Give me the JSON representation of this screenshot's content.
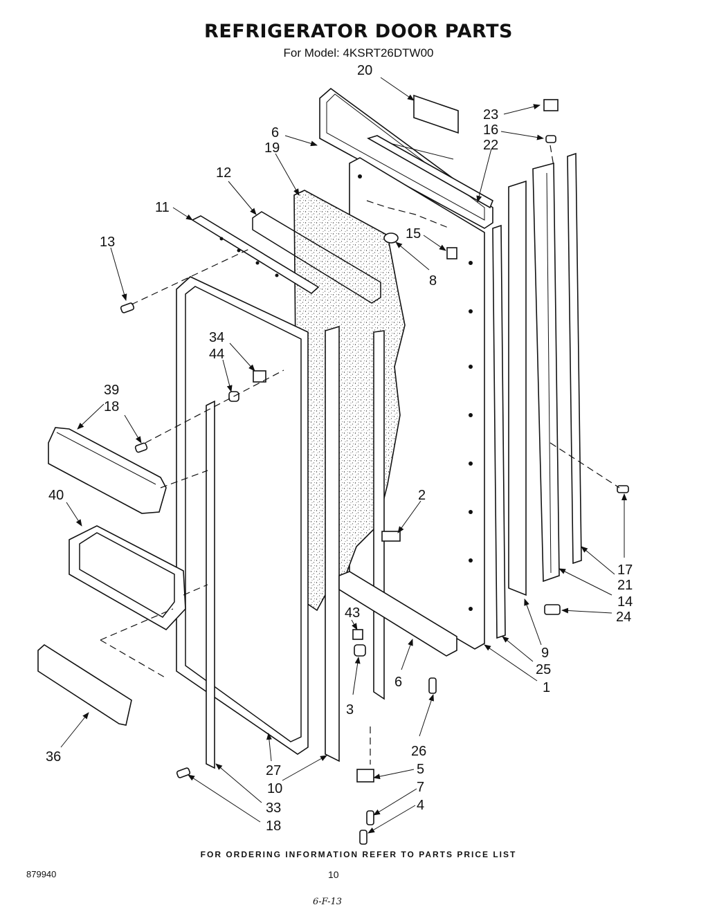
{
  "title": "REFRIGERATOR DOOR PARTS",
  "subtitle": "For Model: 4KSRT26DTW00",
  "footer": "FOR ORDERING INFORMATION REFER TO PARTS PRICE LIST",
  "doc_number": "879940",
  "page_number": "10",
  "handwritten_note": "6-F-13",
  "callouts": {
    "c20": "20",
    "c23": "23",
    "c16": "16",
    "c22": "22",
    "c6a": "6",
    "c19": "19",
    "c12": "12",
    "c11": "11",
    "c13": "13",
    "c15": "15",
    "c8": "8",
    "c34": "34",
    "c44": "44",
    "c39": "39",
    "c18a": "18",
    "c40": "40",
    "c2": "2",
    "c43": "43",
    "c3": "3",
    "c6b": "6",
    "c26": "26",
    "c17": "17",
    "c21": "21",
    "c14": "14",
    "c24": "24",
    "c9": "9",
    "c25": "25",
    "c1": "1",
    "c36": "36",
    "c27": "27",
    "c10": "10",
    "c33": "33",
    "c18b": "18",
    "c5": "5",
    "c7": "7",
    "c4": "4"
  }
}
